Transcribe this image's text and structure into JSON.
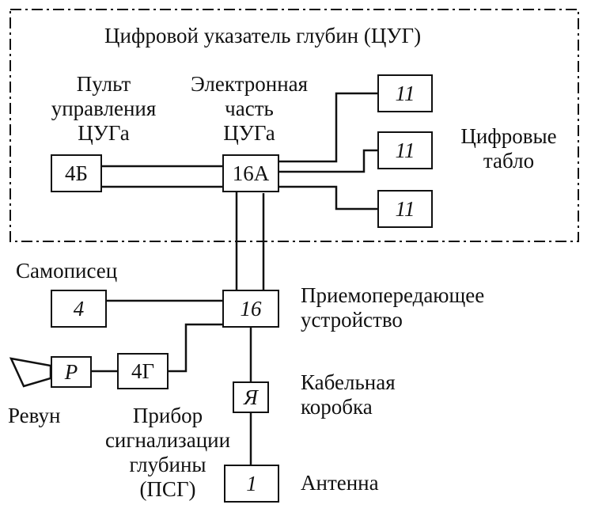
{
  "title": "Цифровой указатель глубин (ЦУГ)",
  "labels": {
    "control_panel": [
      "Пульт",
      "управления",
      "ЦУГа"
    ],
    "electronic_unit": [
      "Электронная",
      "часть",
      "ЦУГа"
    ],
    "digital_displays": [
      "Цифровые",
      "табло"
    ],
    "recorder": "Самописец",
    "transceiver": [
      "Приемопередающее",
      "устройство"
    ],
    "cable_box": [
      "Кабельная",
      "коробка"
    ],
    "antenna": "Антенна",
    "siren": "Ревун",
    "depth_alarm": [
      "Прибор",
      "сигнализации",
      "глубины",
      "(ПСГ)"
    ]
  },
  "blocks": {
    "b4b": "4Б",
    "b16a": "16А",
    "b11_1": "11",
    "b11_2": "11",
    "b11_3": "11",
    "b4": "4",
    "b16": "16",
    "b4g": "4Г",
    "bP": "Р",
    "bYa": "Я",
    "b1": "1"
  }
}
